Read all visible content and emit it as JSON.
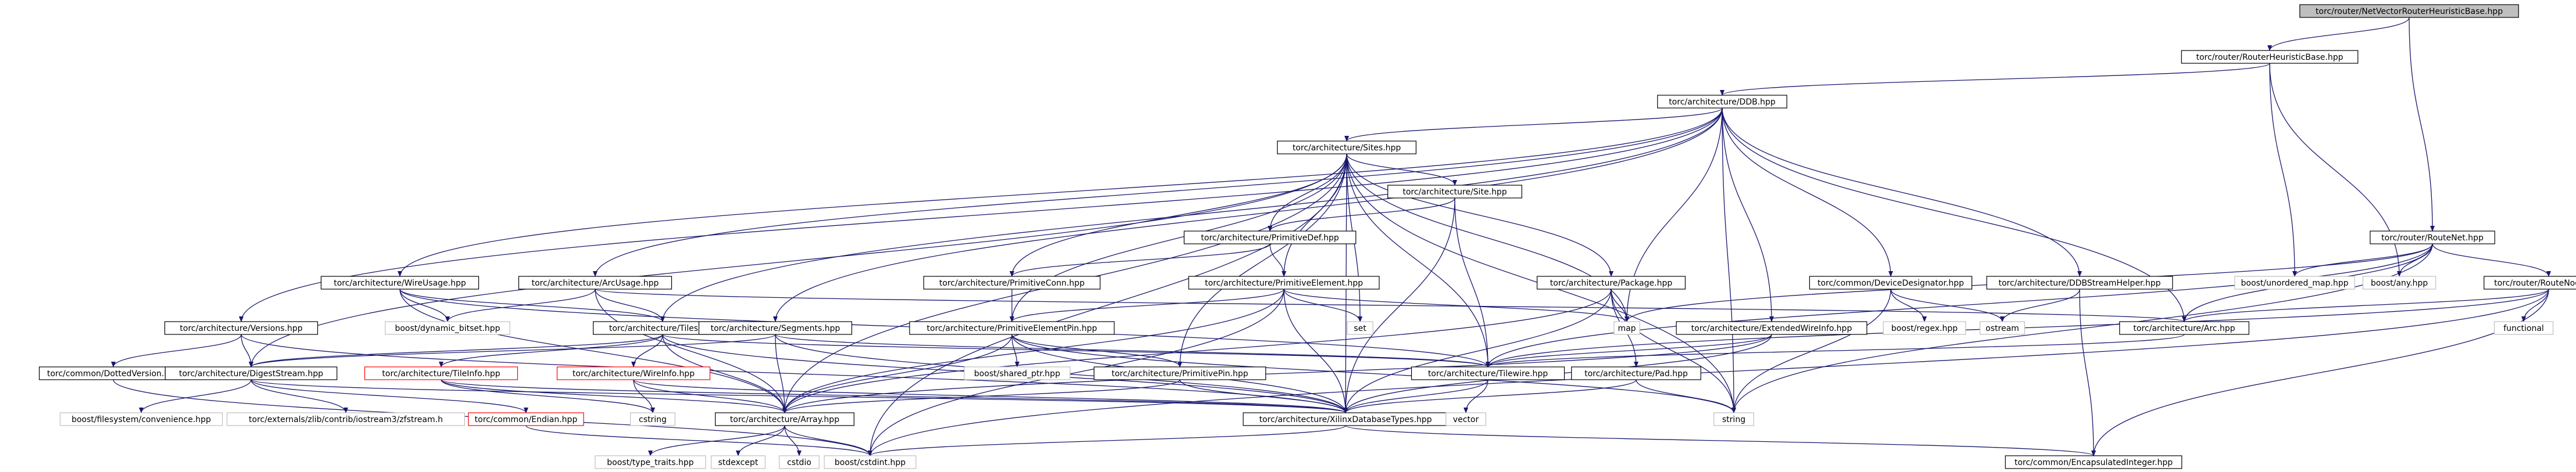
{
  "diagram": {
    "colors": {
      "edge": "#191970",
      "box_border": "#000000",
      "ghost_border": "#bfbfbf",
      "red_border": "#ff0000",
      "root_fill": "#bfbfbf",
      "text": "#000000"
    },
    "nodes": [
      {
        "id": "root",
        "label": "torc/router/NetVectorRouterHeuristicBase.hpp",
        "kind": "root"
      },
      {
        "id": "rhb",
        "label": "torc/router/RouterHeuristicBase.hpp",
        "kind": "normal"
      },
      {
        "id": "ddb",
        "label": "torc/architecture/DDB.hpp",
        "kind": "normal"
      },
      {
        "id": "sites",
        "label": "torc/architecture/Sites.hpp",
        "kind": "normal"
      },
      {
        "id": "site",
        "label": "torc/architecture/Site.hpp",
        "kind": "normal"
      },
      {
        "id": "pdef",
        "label": "torc/architecture/PrimitiveDef.hpp",
        "kind": "normal"
      },
      {
        "id": "routenet",
        "label": "torc/router/RouteNet.hpp",
        "kind": "normal"
      },
      {
        "id": "pconn",
        "label": "torc/architecture/PrimitiveConn.hpp",
        "kind": "normal"
      },
      {
        "id": "pelem",
        "label": "torc/architecture/PrimitiveElement.hpp",
        "kind": "normal"
      },
      {
        "id": "wireusage",
        "label": "torc/architecture/WireUsage.hpp",
        "kind": "normal"
      },
      {
        "id": "arcusage",
        "label": "torc/architecture/ArcUsage.hpp",
        "kind": "normal"
      },
      {
        "id": "package",
        "label": "torc/architecture/Package.hpp",
        "kind": "normal"
      },
      {
        "id": "devdes",
        "label": "torc/common/DeviceDesignator.hpp",
        "kind": "normal"
      },
      {
        "id": "ddbsh",
        "label": "torc/architecture/DDBStreamHelper.hpp",
        "kind": "normal"
      },
      {
        "id": "unmap",
        "label": "boost/unordered_map.hpp",
        "kind": "ghost"
      },
      {
        "id": "any",
        "label": "boost/any.hpp",
        "kind": "ghost"
      },
      {
        "id": "routenode",
        "label": "torc/router/RouteNode.hpp",
        "kind": "normal"
      },
      {
        "id": "versions",
        "label": "torc/architecture/Versions.hpp",
        "kind": "normal"
      },
      {
        "id": "dynbit",
        "label": "boost/dynamic_bitset.hpp",
        "kind": "ghost"
      },
      {
        "id": "tiles",
        "label": "torc/architecture/Tiles.hpp",
        "kind": "normal"
      },
      {
        "id": "segments",
        "label": "torc/architecture/Segments.hpp",
        "kind": "normal"
      },
      {
        "id": "pelempin",
        "label": "torc/architecture/PrimitiveElementPin.hpp",
        "kind": "normal"
      },
      {
        "id": "set",
        "label": "set",
        "kind": "ghost"
      },
      {
        "id": "map",
        "label": "map",
        "kind": "ghost"
      },
      {
        "id": "extwire",
        "label": "torc/architecture/ExtendedWireInfo.hpp",
        "kind": "normal"
      },
      {
        "id": "regex",
        "label": "boost/regex.hpp",
        "kind": "ghost"
      },
      {
        "id": "ostream",
        "label": "ostream",
        "kind": "ghost"
      },
      {
        "id": "arc",
        "label": "torc/architecture/Arc.hpp",
        "kind": "normal"
      },
      {
        "id": "functional",
        "label": "functional",
        "kind": "ghost"
      },
      {
        "id": "dotted",
        "label": "torc/common/DottedVersion.hpp",
        "kind": "normal"
      },
      {
        "id": "digest",
        "label": "torc/architecture/DigestStream.hpp",
        "kind": "normal"
      },
      {
        "id": "tileinfo",
        "label": "torc/architecture/TileInfo.hpp",
        "kind": "red"
      },
      {
        "id": "wireinfo",
        "label": "torc/architecture/WireInfo.hpp",
        "kind": "red"
      },
      {
        "id": "sharedptr",
        "label": "boost/shared_ptr.hpp",
        "kind": "ghost"
      },
      {
        "id": "ppin",
        "label": "torc/architecture/PrimitivePin.hpp",
        "kind": "normal"
      },
      {
        "id": "tilewire",
        "label": "torc/architecture/Tilewire.hpp",
        "kind": "normal"
      },
      {
        "id": "pad",
        "label": "torc/architecture/Pad.hpp",
        "kind": "normal"
      },
      {
        "id": "fsconv",
        "label": "boost/filesystem/convenience.hpp",
        "kind": "ghost"
      },
      {
        "id": "zlib",
        "label": "torc/externals/zlib/contrib/iostream3/zfstream.h",
        "kind": "ghost"
      },
      {
        "id": "endian",
        "label": "torc/common/Endian.hpp",
        "kind": "red"
      },
      {
        "id": "cstring",
        "label": "cstring",
        "kind": "ghost"
      },
      {
        "id": "array",
        "label": "torc/architecture/Array.hpp",
        "kind": "normal"
      },
      {
        "id": "xdltypes",
        "label": "torc/architecture/XilinxDatabaseTypes.hpp",
        "kind": "normal"
      },
      {
        "id": "vector",
        "label": "vector",
        "kind": "ghost"
      },
      {
        "id": "string",
        "label": "string",
        "kind": "ghost"
      },
      {
        "id": "typetraits",
        "label": "boost/type_traits.hpp",
        "kind": "ghost"
      },
      {
        "id": "stdexcept",
        "label": "stdexcept",
        "kind": "ghost"
      },
      {
        "id": "cstdio",
        "label": "cstdio",
        "kind": "ghost"
      },
      {
        "id": "cstdint",
        "label": "boost/cstdint.hpp",
        "kind": "ghost"
      },
      {
        "id": "encint",
        "label": "torc/common/EncapsulatedInteger.hpp",
        "kind": "normal"
      }
    ],
    "edges": [
      [
        "root",
        "rhb"
      ],
      [
        "root",
        "routenet"
      ],
      [
        "rhb",
        "ddb"
      ],
      [
        "rhb",
        "unmap"
      ],
      [
        "rhb",
        "any"
      ],
      [
        "ddb",
        "sites"
      ],
      [
        "ddb",
        "wireusage"
      ],
      [
        "ddb",
        "arcusage"
      ],
      [
        "ddb",
        "versions"
      ],
      [
        "ddb",
        "tiles"
      ],
      [
        "ddb",
        "segments"
      ],
      [
        "ddb",
        "devdes"
      ],
      [
        "ddb",
        "ddbsh"
      ],
      [
        "ddb",
        "map"
      ],
      [
        "ddb",
        "extwire"
      ],
      [
        "ddb",
        "arc"
      ],
      [
        "ddb",
        "string"
      ],
      [
        "sites",
        "site"
      ],
      [
        "sites",
        "pdef"
      ],
      [
        "sites",
        "pconn"
      ],
      [
        "sites",
        "pelem"
      ],
      [
        "sites",
        "package"
      ],
      [
        "sites",
        "pelempin"
      ],
      [
        "sites",
        "ppin"
      ],
      [
        "sites",
        "tilewire"
      ],
      [
        "sites",
        "array"
      ],
      [
        "sites",
        "digest"
      ],
      [
        "sites",
        "set"
      ],
      [
        "sites",
        "map"
      ],
      [
        "sites",
        "string"
      ],
      [
        "sites",
        "cstdint"
      ],
      [
        "sites",
        "xdltypes"
      ],
      [
        "site",
        "pdef"
      ],
      [
        "site",
        "tilewire"
      ],
      [
        "site",
        "xdltypes"
      ],
      [
        "pdef",
        "pconn"
      ],
      [
        "pdef",
        "pelem"
      ],
      [
        "pconn",
        "pelempin"
      ],
      [
        "pelem",
        "pelempin"
      ],
      [
        "pelem",
        "set"
      ],
      [
        "pelem",
        "map"
      ],
      [
        "pelem",
        "array"
      ],
      [
        "pelem",
        "xdltypes"
      ],
      [
        "pelem",
        "cstdint"
      ],
      [
        "pelempin",
        "sharedptr"
      ],
      [
        "pelempin",
        "array"
      ],
      [
        "pelempin",
        "xdltypes"
      ],
      [
        "pelempin",
        "ppin"
      ],
      [
        "pelempin",
        "string"
      ],
      [
        "ppin",
        "xdltypes"
      ],
      [
        "ppin",
        "array"
      ],
      [
        "package",
        "map"
      ],
      [
        "package",
        "pad"
      ],
      [
        "package",
        "xdltypes"
      ],
      [
        "package",
        "array"
      ],
      [
        "package",
        "string"
      ],
      [
        "pad",
        "xdltypes"
      ],
      [
        "pad",
        "string"
      ],
      [
        "wireusage",
        "tiles"
      ],
      [
        "wireusage",
        "dynbit"
      ],
      [
        "wireusage",
        "tilewire"
      ],
      [
        "wireusage",
        "array"
      ],
      [
        "arcusage",
        "tiles"
      ],
      [
        "arcusage",
        "dynbit"
      ],
      [
        "arcusage",
        "arc"
      ],
      [
        "arcusage",
        "array"
      ],
      [
        "versions",
        "digest"
      ],
      [
        "versions",
        "dotted"
      ],
      [
        "versions",
        "xdltypes"
      ],
      [
        "dotted",
        "cstdint"
      ],
      [
        "tiles",
        "digest"
      ],
      [
        "tiles",
        "tileinfo"
      ],
      [
        "tiles",
        "wireinfo"
      ],
      [
        "tiles",
        "array"
      ],
      [
        "tiles",
        "xdltypes"
      ],
      [
        "tiles",
        "tilewire"
      ],
      [
        "segments",
        "digest"
      ],
      [
        "segments",
        "array"
      ],
      [
        "segments",
        "tilewire"
      ],
      [
        "segments",
        "xdltypes"
      ],
      [
        "digest",
        "fsconv"
      ],
      [
        "digest",
        "zlib"
      ],
      [
        "digest",
        "endian"
      ],
      [
        "digest",
        "xdltypes"
      ],
      [
        "tileinfo",
        "xdltypes"
      ],
      [
        "tileinfo",
        "array"
      ],
      [
        "tileinfo",
        "cstring"
      ],
      [
        "wireinfo",
        "xdltypes"
      ],
      [
        "wireinfo",
        "array"
      ],
      [
        "wireinfo",
        "cstring"
      ],
      [
        "endian",
        "cstdint"
      ],
      [
        "array",
        "typetraits"
      ],
      [
        "array",
        "stdexcept"
      ],
      [
        "array",
        "cstdio"
      ],
      [
        "array",
        "cstdint"
      ],
      [
        "xdltypes",
        "encint"
      ],
      [
        "xdltypes",
        "cstdint"
      ],
      [
        "tilewire",
        "xdltypes"
      ],
      [
        "tilewire",
        "vector"
      ],
      [
        "extwire",
        "tilewire"
      ],
      [
        "extwire",
        "xdltypes"
      ],
      [
        "extwire",
        "array"
      ],
      [
        "arc",
        "tilewire"
      ],
      [
        "devdes",
        "regex"
      ],
      [
        "devdes",
        "ostream"
      ],
      [
        "devdes",
        "string"
      ],
      [
        "ddbsh",
        "ostream"
      ],
      [
        "ddbsh",
        "encint"
      ],
      [
        "routenet",
        "unmap"
      ],
      [
        "routenet",
        "any"
      ],
      [
        "routenet",
        "map"
      ],
      [
        "routenet",
        "routenode"
      ],
      [
        "routenet",
        "arc"
      ],
      [
        "routenet",
        "tilewire"
      ],
      [
        "routenet",
        "string"
      ],
      [
        "routenode",
        "functional"
      ],
      [
        "routenode",
        "arc"
      ],
      [
        "routenode",
        "tilewire"
      ],
      [
        "routenode",
        "encint"
      ],
      [
        "routenode",
        "cstdint"
      ]
    ]
  }
}
